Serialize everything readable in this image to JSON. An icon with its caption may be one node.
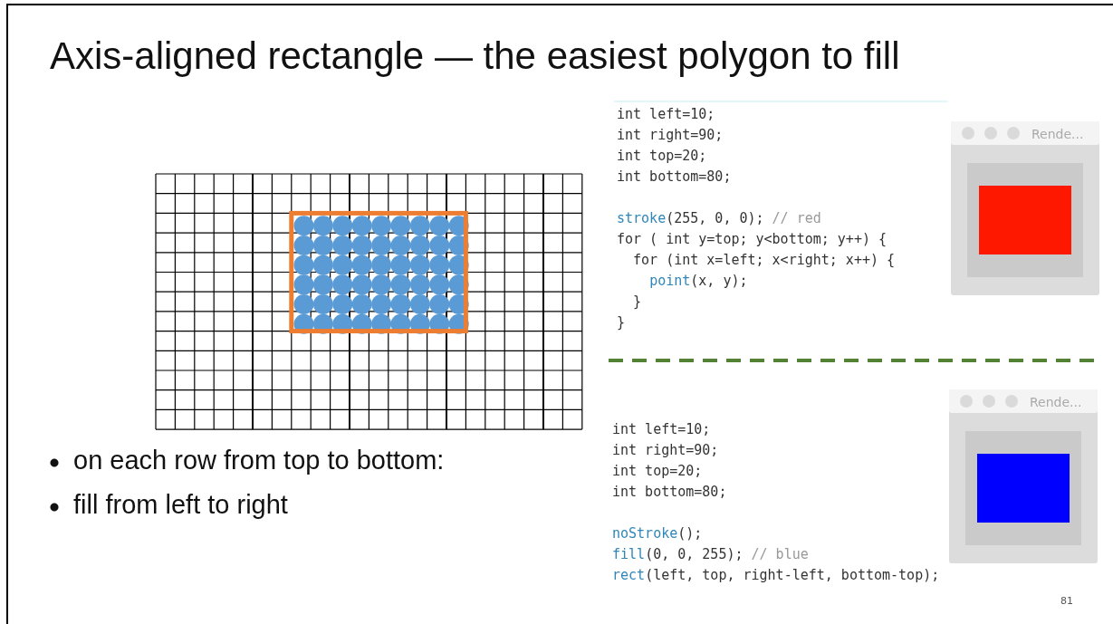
{
  "diagram": {
    "title": "Axis-aligned rectangle — the easiest polygon to fill",
    "labels": [
      "on each row from top to bottom:",
      "fill from left to right",
      "int left=10;",
      "int right=90;",
      "int top=20;",
      "int bottom=80;",
      "stroke(255, 0, 0); // red",
      "for ( int y=top; y<bottom; y++) {",
      "  for (int x=left; x<right; x++) {",
      "    point(x, y);",
      "  }",
      "}",
      "Rende...",
      "Rende...",
      "int left=10;",
      "int right=90;",
      "int top=20;",
      "int bottom=80;",
      "noStroke();",
      "fill(0, 0, 255); // blue",
      "rect(left, top, right-left, bottom-top);",
      "81"
    ]
  }
}
